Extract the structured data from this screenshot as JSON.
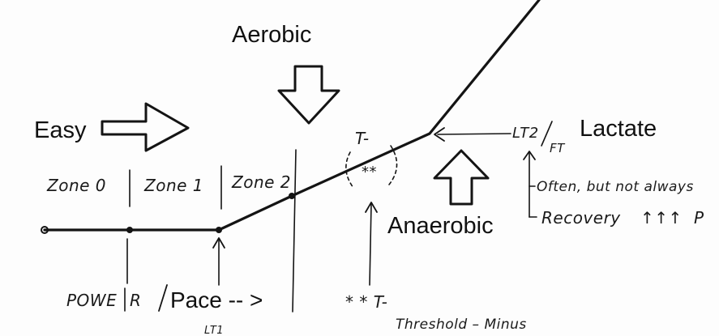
{
  "labels": {
    "easy": "Easy",
    "aerobic": "Aerobic",
    "anaerobic": "Anaerobic",
    "lactate": "Lactate",
    "power_left": "POWE",
    "power_r": "R",
    "pace": "Pace -- >",
    "zone0": "Zone 0",
    "zone1": "Zone 1",
    "zone2": "Zone 2",
    "t_minus": "T-",
    "t_minus_stars": "**",
    "lt2": "LT2",
    "ft": "FT",
    "often_note": "Often, but not always",
    "recovery_note": "Recovery",
    "recovery_arrows": "↑↑↑",
    "recovery_trail": "P",
    "stars_note": "* *  T-",
    "threshold_minus": "Threshold – Minus",
    "lt1": "LT1"
  },
  "colors": {
    "ink": "#141414",
    "paper": "#fdfdfd"
  }
}
